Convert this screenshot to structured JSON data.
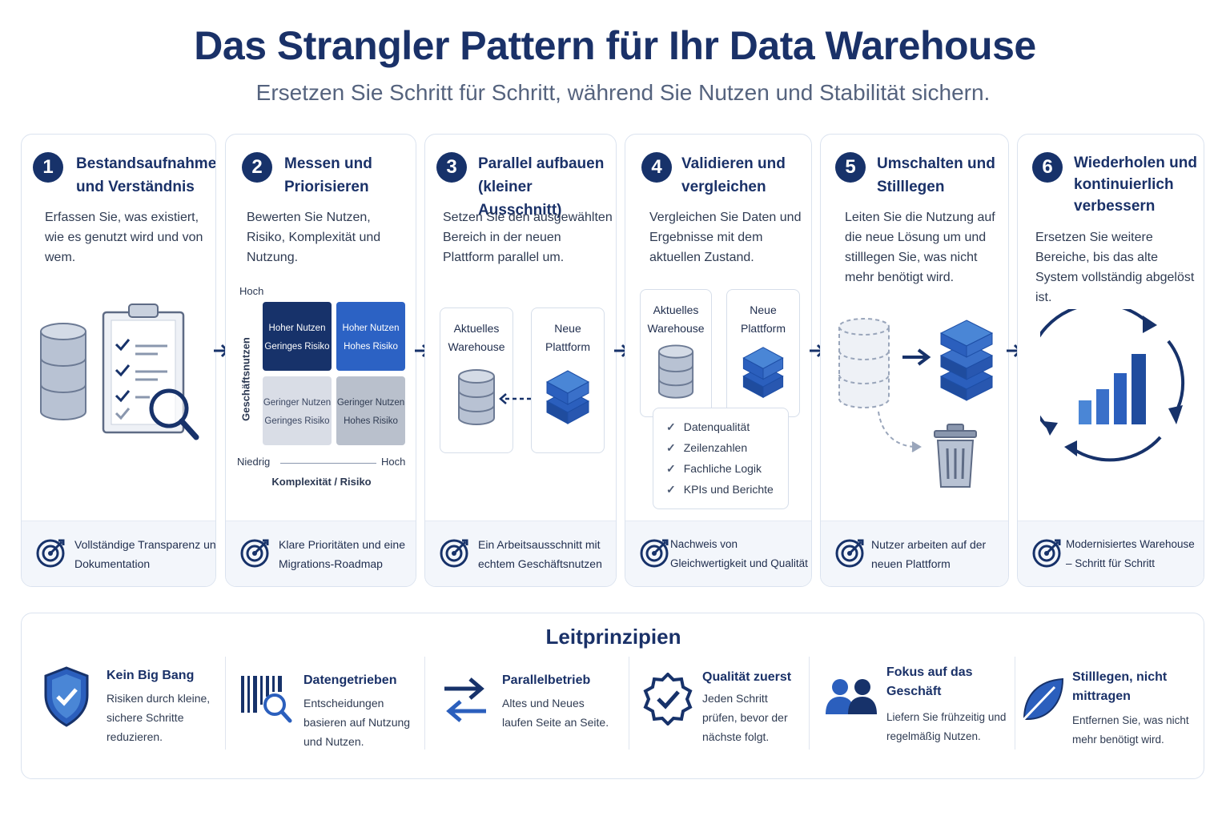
{
  "header": {
    "title": "Das Strangler Pattern für Ihr Data Warehouse",
    "subtitle": "Ersetzen Sie Schritt für Schritt, während Sie Nutzen und Stabilität sichern."
  },
  "steps": [
    {
      "number": "1",
      "title": "Bestandsaufnahme und Verständnis",
      "description": "Erfassen Sie, was existiert, wie es genutzt wird und von wem.",
      "outcome": "Vollständige Transparenz und Dokumentation"
    },
    {
      "number": "2",
      "title": "Messen und Priorisieren",
      "description": "Bewerten Sie Nutzen, Risiko, Komplexität und Nutzung.",
      "outcome": "Klare Prioritäten und eine Migrations-Roadmap"
    },
    {
      "number": "3",
      "title": "Parallel aufbauen (kleiner Ausschnitt)",
      "description": "Setzen Sie den ausgewählten Bereich in der neuen Plattform parallel um.",
      "outcome": "Ein Arbeitsausschnitt mit echtem Geschäftsnutzen"
    },
    {
      "number": "4",
      "title": "Validieren und vergleichen",
      "description": "Vergleichen Sie Daten und Ergebnisse mit dem aktuellen Zustand.",
      "outcome": "Nachweis von Gleichwertigkeit und Qualität"
    },
    {
      "number": "5",
      "title": "Umschalten und Stilllegen",
      "description": "Leiten Sie die Nutzung auf die neue Lösung um und stilllegen Sie, was nicht mehr benötigt wird.",
      "outcome": "Nutzer arbeiten auf der neuen Plattform"
    },
    {
      "number": "6",
      "title": "Wiederholen und kontinuierlich verbessern",
      "description": "Ersetzen Sie weitere Bereiche, bis das alte System vollständig abgelöst ist.",
      "outcome": "Modernisiertes Warehouse – Schritt für Schritt"
    }
  ],
  "matrix": {
    "y_axis": "Geschäftsnutzen",
    "y_high": "Hoch",
    "x_low": "Niedrig",
    "x_high": "Hoch",
    "x_axis": "Komplexität / Risiko",
    "quadrants": {
      "top_left": "Hoher Nutzen Geringes Risiko",
      "top_right": "Hoher Nutzen Hohes Risiko",
      "bottom_left": "Geringer Nutzen Geringes Risiko",
      "bottom_right": "Geringer Nutzen Hohes Risiko"
    }
  },
  "step3_visual": {
    "current": "Aktuelles Warehouse",
    "new": "Neue Plattform"
  },
  "step4_visual": {
    "current": "Aktuelles Warehouse",
    "new": "Neue Plattform",
    "checks": [
      "Datenqualität",
      "Zeilenzahlen",
      "Fachliche Logik",
      "KPIs und Berichte"
    ]
  },
  "principles": {
    "title": "Leitprinzipien",
    "items": [
      {
        "name": "Kein Big Bang",
        "description": "Risiken durch kleine, sichere Schritte reduzieren.",
        "icon": "shield-check-icon"
      },
      {
        "name": "Datengetrieben",
        "description": "Entscheidungen basieren auf Nutzung und Nutzen.",
        "icon": "barcode-search-icon"
      },
      {
        "name": "Parallelbetrieb",
        "description": "Altes und Neues laufen Seite an Seite.",
        "icon": "swap-arrows-icon"
      },
      {
        "name": "Qualität zuerst",
        "description": "Jeden Schritt prüfen, bevor der nächste folgt.",
        "icon": "badge-check-icon"
      },
      {
        "name": "Fokus auf das Geschäft",
        "description": "Liefern Sie frühzeitig und regelmäßig Nutzen.",
        "icon": "users-icon"
      },
      {
        "name": "Stilllegen, nicht mittragen",
        "description": "Entfernen Sie, was nicht mehr benötigt wird.",
        "icon": "leaf-icon"
      }
    ]
  },
  "colors": {
    "navy": "#17326a",
    "blue": "#2c62c4",
    "light_blue": "#4a86d6",
    "gray": "#b9c0cc"
  }
}
